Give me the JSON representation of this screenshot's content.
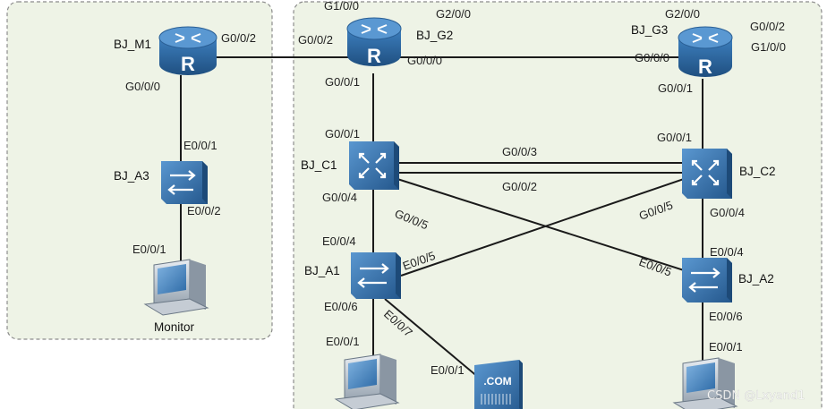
{
  "colors": {
    "zone_fill": "#eef3e6",
    "zone_border": "#8c8c8c",
    "link": "#1a1a1a",
    "router_top": "#4a8bc4",
    "router_body": "#2a5f95",
    "switch_body": "#3c78b4"
  },
  "devices": {
    "bj_m1": {
      "label": "BJ_M1",
      "icon": "router-icon"
    },
    "bj_g2": {
      "label": "BJ_G2",
      "icon": "router-icon"
    },
    "bj_g3": {
      "label": "BJ_G3",
      "icon": "router-icon"
    },
    "bj_a3": {
      "label": "BJ_A3",
      "icon": "switch-icon"
    },
    "bj_c1": {
      "label": "BJ_C1",
      "icon": "core-switch-icon"
    },
    "bj_c2": {
      "label": "BJ_C2",
      "icon": "core-switch-icon"
    },
    "bj_a1": {
      "label": "BJ_A1",
      "icon": "switch-icon"
    },
    "bj_a2": {
      "label": "BJ_A2",
      "icon": "switch-icon"
    },
    "monitor": {
      "label": "Monitor",
      "icon": "pc-icon"
    },
    "server": {
      "label": ".COM",
      "icon": "server-icon"
    }
  },
  "ports": {
    "m1_g002": "G0/0/2",
    "m1_g000": "G0/0/0",
    "a3_e001": "E0/0/1",
    "a3_e002": "E0/0/2",
    "mon_e001": "E0/0/1",
    "g2_g100": "G1/0/0",
    "g2_g200": "G2/0/0",
    "g2_g002": "G0/0/2",
    "g2_g000": "G0/0/0",
    "g2_g001": "G0/0/1",
    "g3_g200": "G2/0/0",
    "g3_g002": "G0/0/2",
    "g3_g100": "G1/0/0",
    "g3_g000": "G0/0/0",
    "g3_g001": "G0/0/1",
    "c1_g001": "G0/0/1",
    "c1_g004": "G0/0/4",
    "c1_g005": "G0/0/5",
    "c2_g001": "G0/0/1",
    "c2_g005": "G0/0/5",
    "c2_g004": "G0/0/4",
    "trunk_g003": "G0/0/3",
    "trunk_g002": "G0/0/2",
    "a1_e004": "E0/0/4",
    "a1_e005": "E0/0/5",
    "a1_e006": "E0/0/6",
    "a1_e007": "E0/0/7",
    "a2_e004": "E0/0/4",
    "a2_e005": "E0/0/5",
    "a2_e006": "E0/0/6",
    "pc1_e001": "E0/0/1",
    "srv_e001": "E0/0/1",
    "pc2_e001": "E0/0/1"
  },
  "watermark": "CSDN @Lxyand1"
}
